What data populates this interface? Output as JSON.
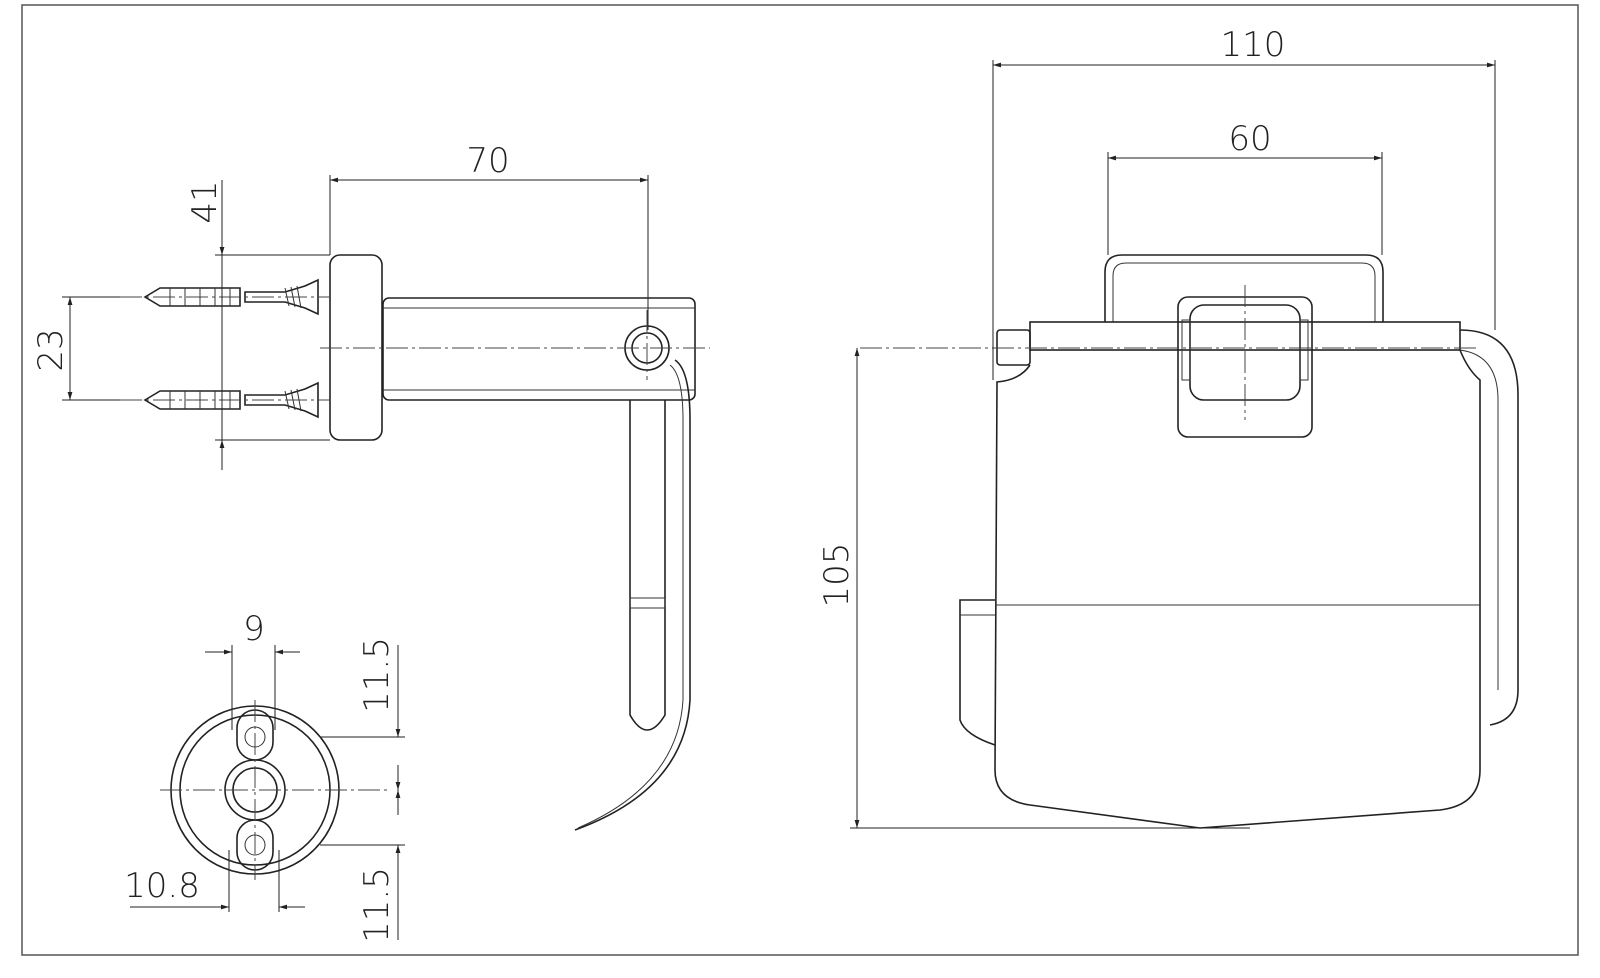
{
  "drawing": {
    "title": "Toilet roll holder technical drawing",
    "side_view": {
      "depth": "70",
      "plate_height": "41",
      "screw_spacing": "23"
    },
    "plate_view": {
      "hole_width": "9",
      "top_offset": "11.5",
      "bottom_offset": "11.5",
      "hole_spacing_width": "10.8"
    },
    "front_view": {
      "overall_width": "110",
      "bracket_width": "60",
      "height": "105"
    }
  }
}
